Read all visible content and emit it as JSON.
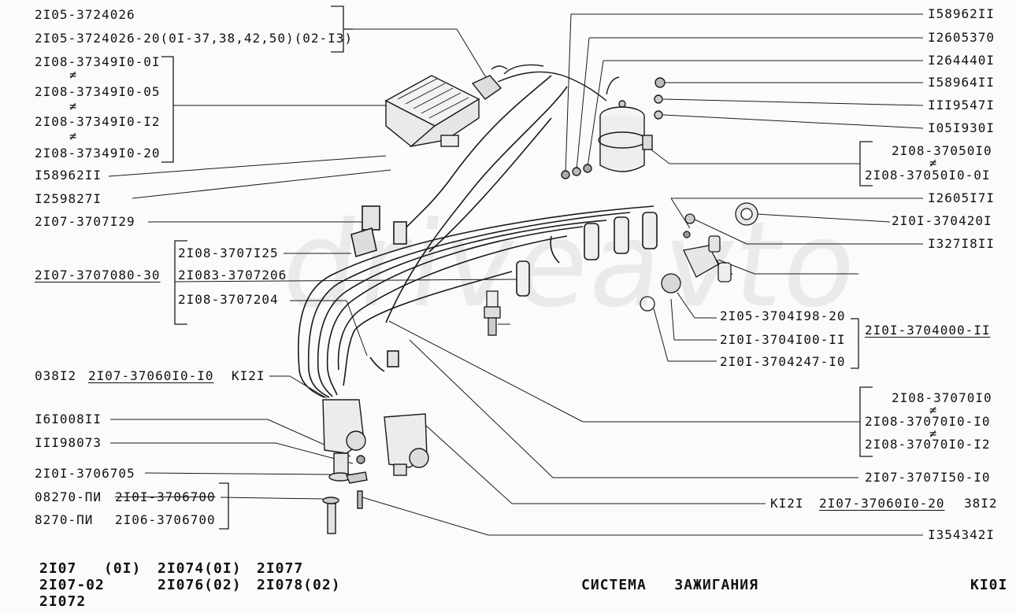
{
  "labels_left": {
    "l01": "2I05-3724026",
    "l02": "2I05-3724026-20(0I-37,38,42,50)(02-I3)",
    "l03": "2I08-37349I0-0I",
    "l04": "2I08-37349I0-05",
    "l05": "2I08-37349I0-I2",
    "l06": "2I08-37349I0-20",
    "l07": "I58962II",
    "l08": "I259827I",
    "l09": "2I07-3707I29",
    "l10": "2I08-3707I25",
    "l11": "2I07-3707080-30",
    "l12": "2I083-3707206",
    "l13": "2I08-3707204",
    "l14a": "038I2",
    "l14b": "2I07-37060I0-I0",
    "l14c": "KI2I",
    "l15": "I6I008II",
    "l16": "III98073",
    "l17": "2I0I-3706705",
    "l18a": "08270-ПИ",
    "l18b": "2I0I-3706700",
    "l19a": "8270-ПИ",
    "l19b": "2I06-3706700"
  },
  "labels_right": {
    "r01": "I58962II",
    "r02": "I2605370",
    "r03": "I264440I",
    "r04": "I58964II",
    "r05": "III9547I",
    "r06": "I05I930I",
    "r07": "2I08-37050I0",
    "r08": "2I08-37050I0-0I",
    "r09": "I2605I7I",
    "r10": "2I0I-370420I",
    "r11": "I327I8II",
    "r12": "2I05-3704I98-20",
    "r13": "2I0I-3704000-II",
    "r14": "2I0I-3704I00-II",
    "r15": "2I0I-3704247-I0",
    "r16": "2I08-37070I0",
    "r17": "2I08-37070I0-I0",
    "r18": "2I08-37070I0-I2",
    "r19": "2I07-3707I50-I0",
    "r20a": "KI2I",
    "r20b": "2I07-37060I0-20",
    "r20c": "38I2",
    "r21": "I354342I"
  },
  "neq_symbol": "≠",
  "footer": {
    "models_row1_a": "2I07",
    "models_row1_b": "(0I)",
    "models_row1_c": "2I074(0I)",
    "models_row1_d": "2I077",
    "models_row2_a": "2I07-02",
    "models_row2_c": "2I076(02)",
    "models_row2_d": "2I078(02)",
    "models_row3_a": "2I072",
    "section_title": "СИСТЕМА   ЗАЖИГАНИЯ",
    "page_code": "KI0I"
  },
  "watermark": "driveavto"
}
